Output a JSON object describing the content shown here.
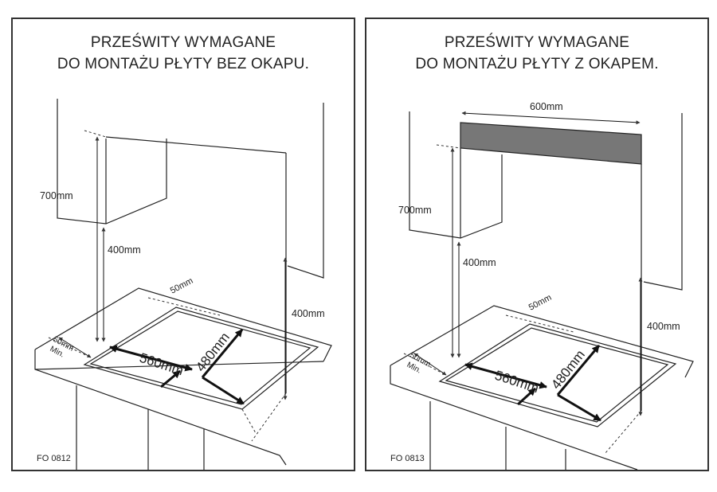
{
  "left_panel": {
    "title_line1": "PRZEŚWITY WYMAGANE",
    "title_line2": "DO MONTAŻU PŁYTY BEZ OKAPU.",
    "dim_700": "700mm",
    "dim_400_wall": "400mm",
    "dim_400_side": "400mm",
    "dim_50": "50mm",
    "dim_50_min": "50mm",
    "dim_min": "Min.",
    "dim_560": "560mm",
    "dim_480": "480mm",
    "code": "FO 0812"
  },
  "right_panel": {
    "title_line1": "PRZEŚWITY WYMAGANE",
    "title_line2": "DO MONTAŻU PŁYTY Z OKAPEM.",
    "dim_600": "600mm",
    "dim_700": "700mm",
    "dim_400_wall": "400mm",
    "dim_400_side": "400mm",
    "dim_50": "50mm",
    "dim_50_min": "50mm",
    "dim_min": "Min.",
    "dim_560": "560mm",
    "dim_480": "480mm",
    "code": "FO 0813"
  },
  "colors": {
    "line": "#222222",
    "hood": "#777777"
  }
}
